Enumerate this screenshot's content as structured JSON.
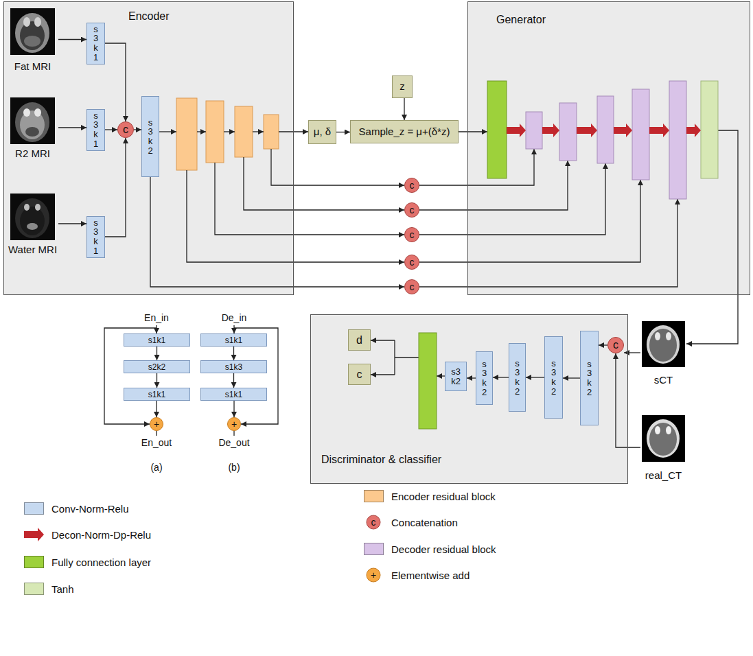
{
  "diagram": {
    "nodes": [
      {
        "text": [
          "Encoder"
        ]
      },
      {
        "text": [
          "Fat MRI"
        ],
        "in": 0
      },
      {
        "text": [
          "R2 MRI"
        ],
        "in": 0
      },
      {
        "text": [
          "Water MRI"
        ],
        "in": 0
      },
      {
        "text": [
          "s 3 k 1"
        ],
        "in": 0
      },
      {
        "text": [
          "s 3 k 1"
        ],
        "in": 0
      },
      {
        "text": [
          "s 3 k 1"
        ],
        "in": 0
      },
      {
        "text": [
          "c"
        ],
        "in": 0
      },
      {
        "text": [
          "s 3 k 2"
        ],
        "in": 0
      },
      {
        "text": [
          "μ, δ"
        ]
      },
      {
        "text": [
          "z"
        ]
      },
      {
        "text": [
          "Sample_z = μ+(δ*z)"
        ]
      },
      {
        "text": [
          "Generator"
        ]
      },
      {
        "text": [
          "c"
        ]
      },
      {
        "text": [
          "c"
        ]
      },
      {
        "text": [
          "c"
        ]
      },
      {
        "text": [
          "c"
        ]
      },
      {
        "text": [
          "c"
        ]
      },
      {
        "text": [
          "Discriminator & classifier"
        ]
      },
      {
        "text": [
          "d"
        ],
        "in": 18
      },
      {
        "text": [
          "c"
        ],
        "in": 18
      },
      {
        "text": [
          "s3 k2"
        ],
        "in": 18
      },
      {
        "text": [
          "s 3 k 2"
        ],
        "in": 18
      },
      {
        "text": [
          "s 3 k 2"
        ],
        "in": 18
      },
      {
        "text": [
          "s 3 k 2"
        ],
        "in": 18
      },
      {
        "text": [
          "s 3 k 2"
        ],
        "in": 18
      },
      {
        "text": [
          "c"
        ],
        "in": 18
      },
      {
        "text": [
          "sCT"
        ]
      },
      {
        "text": [
          "real_CT"
        ]
      },
      {
        "text": [
          "s1k1"
        ]
      },
      {
        "text": [
          "s2k2"
        ]
      },
      {
        "text": [
          "s1k1"
        ]
      },
      {
        "text": [
          "+"
        ]
      },
      {
        "text": [
          "s1k1"
        ]
      },
      {
        "text": [
          "s1k3"
        ]
      },
      {
        "text": [
          "s1k1"
        ]
      },
      {
        "text": [
          "+"
        ]
      }
    ],
    "edges": [
      {
        "from": 1,
        "to": 4,
        "arrow": "to"
      },
      {
        "from": 2,
        "to": 5,
        "arrow": "to"
      },
      {
        "from": 3,
        "to": 6,
        "arrow": "to"
      },
      {
        "from": 4,
        "to": 7,
        "arrow": "to"
      },
      {
        "from": 5,
        "to": 7,
        "arrow": "to"
      },
      {
        "from": 6,
        "to": 7,
        "arrow": "to"
      },
      {
        "from": 7,
        "to": 8,
        "arrow": "to"
      },
      {
        "from": 9,
        "to": 11,
        "arrow": "to"
      },
      {
        "from": 10,
        "to": 11,
        "arrow": "to"
      },
      {
        "from": 27,
        "to": 26,
        "arrow": "to"
      },
      {
        "from": 28,
        "to": 26,
        "arrow": "to"
      },
      {
        "from": 26,
        "to": 25,
        "arrow": "to"
      },
      {
        "from": 25,
        "to": 24,
        "arrow": "to"
      },
      {
        "from": 24,
        "to": 23,
        "arrow": "to"
      },
      {
        "from": 23,
        "to": 22,
        "arrow": "to"
      },
      {
        "from": 22,
        "to": 21,
        "arrow": "to"
      },
      {
        "from": 29,
        "to": 30,
        "arrow": "to"
      },
      {
        "from": 30,
        "to": 31,
        "arrow": "to"
      },
      {
        "from": 31,
        "to": 32,
        "arrow": "to"
      },
      {
        "from": 33,
        "to": 34,
        "arrow": "to"
      },
      {
        "from": 34,
        "to": 35,
        "arrow": "to"
      },
      {
        "from": 35,
        "to": 36,
        "arrow": "to"
      }
    ],
    "labels": [
      "En_in",
      "En_out",
      "(a)",
      "De_in",
      "De_out",
      "(b)",
      "c",
      "+"
    ],
    "legend": [
      {
        "text": "Conv-Norm-Relu",
        "color": "#c6d9f0"
      },
      {
        "text": "Decon-Norm-Dp-Relu"
      },
      {
        "text": "Fully connection layer",
        "color": "#9dd13b"
      },
      {
        "text": "Tanh",
        "color": "#d7e8b5"
      },
      {
        "text": "Encoder residual block",
        "color": "#fcc98e"
      },
      {
        "text": "Concatenation"
      },
      {
        "text": "Decoder residual block",
        "color": "#d9c3e8"
      },
      {
        "text": "Elementwise add"
      }
    ]
  }
}
